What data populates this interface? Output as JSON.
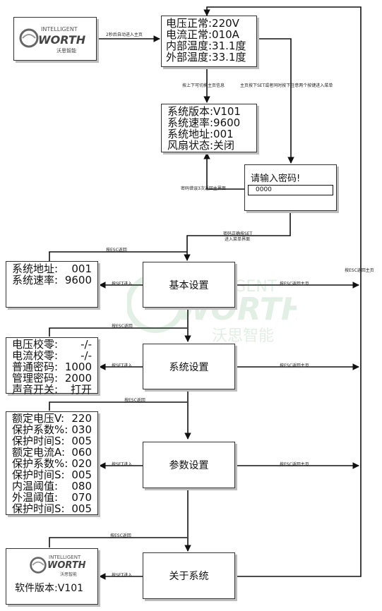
{
  "logo": {
    "brand_top": "INTELLIGENT",
    "brand_main": "WORTH",
    "brand_cn": "沃思智能"
  },
  "main_screen": {
    "lines": [
      "电压正常:220V",
      "电流正常:010A",
      "内部温度:31.1度",
      "外部温度:33.1度"
    ]
  },
  "info_screen": {
    "lines": [
      "系统版本:V101",
      "系统速率:9600",
      "系统地址:001",
      "风扇状态:关闭"
    ]
  },
  "password_screen": {
    "prompt": "请输入密码!",
    "value": "0000"
  },
  "menus": {
    "basic": "基本设置",
    "system": "系统设置",
    "param": "参数设置",
    "about": "关于系统"
  },
  "basic_panel": {
    "rows": [
      {
        "label": "系统地址:",
        "value": "001"
      },
      {
        "label": "系统速率:",
        "value": "9600"
      }
    ]
  },
  "system_panel": {
    "rows": [
      {
        "label": "电压校零:",
        "value": "-/-"
      },
      {
        "label": "电流校零:",
        "value": "-/-"
      },
      {
        "label": "普通密码:",
        "value": "1000"
      },
      {
        "label": "管理密码:",
        "value": "2000"
      },
      {
        "label": "声音开关:",
        "value": "打开"
      }
    ]
  },
  "param_panel": {
    "rows": [
      {
        "label": "额定电压V:",
        "value": "220"
      },
      {
        "label": "保护系数%:",
        "value": "030"
      },
      {
        "label": "保护时间S:",
        "value": "005"
      },
      {
        "label": "额定电流A:",
        "value": "060"
      },
      {
        "label": "保护系数%:",
        "value": "020"
      },
      {
        "label": "保护时间S:",
        "value": "005"
      },
      {
        "label": "内温阈值:",
        "value": "080"
      },
      {
        "label": "外温阈值:",
        "value": "070"
      },
      {
        "label": "保护时间S:",
        "value": "005"
      }
    ]
  },
  "about_panel": {
    "version": "软件版本:V101"
  },
  "labels": {
    "auto_enter": "2秒后自动进入主页",
    "updown_switch": "按上下可切换主页信息",
    "set_menu": "主页按下SET或者同时按下任意两个按键进入菜单",
    "pwd_error": "密码错误3次返回主界面",
    "pwd_ok_1": "密码正确按SET",
    "pwd_ok_2": "进入菜单界面",
    "esc_return": "按ESC返回",
    "set_enter": "按SET进入",
    "esc_home": "按ESC返回主页"
  }
}
